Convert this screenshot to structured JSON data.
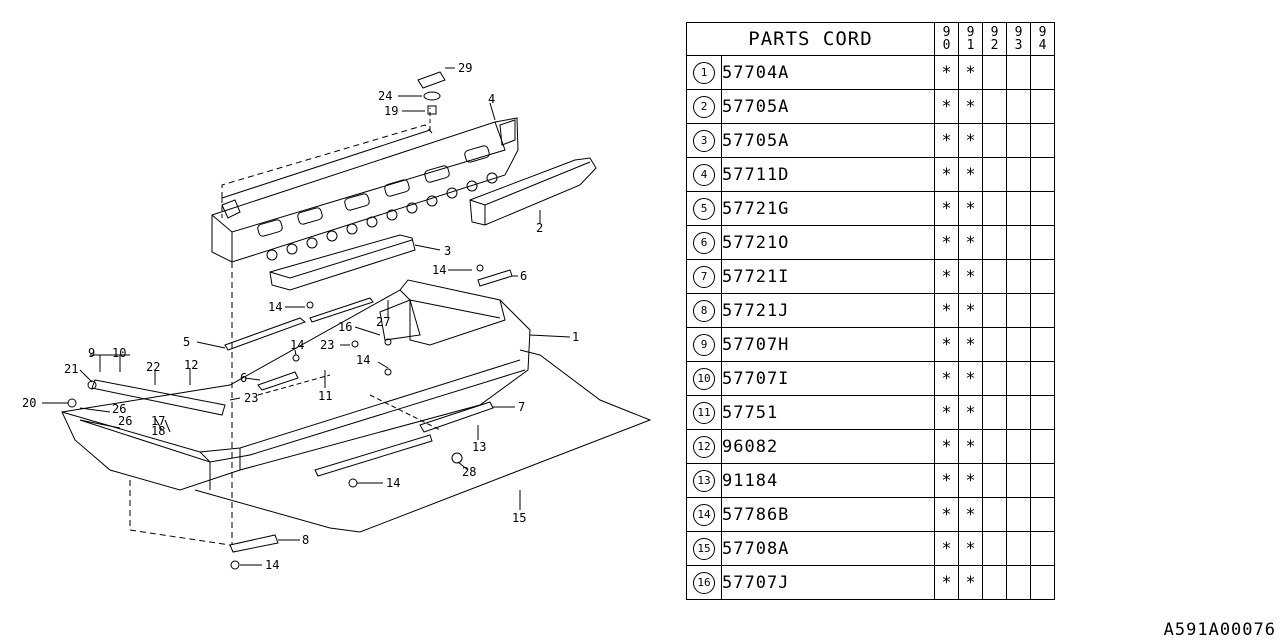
{
  "table": {
    "title": "PARTS CORD",
    "years": [
      [
        "9",
        "0"
      ],
      [
        "9",
        "1"
      ],
      [
        "9",
        "2"
      ],
      [
        "9",
        "3"
      ],
      [
        "9",
        "4"
      ]
    ],
    "rows": [
      {
        "no": "1",
        "code": "57704A",
        "marks": [
          "*",
          "*",
          "",
          "",
          ""
        ]
      },
      {
        "no": "2",
        "code": "57705A",
        "marks": [
          "*",
          "*",
          "",
          "",
          ""
        ]
      },
      {
        "no": "3",
        "code": "57705A",
        "marks": [
          "*",
          "*",
          "",
          "",
          ""
        ]
      },
      {
        "no": "4",
        "code": "57711D",
        "marks": [
          "*",
          "*",
          "",
          "",
          ""
        ]
      },
      {
        "no": "5",
        "code": "57721G",
        "marks": [
          "*",
          "*",
          "",
          "",
          ""
        ]
      },
      {
        "no": "6",
        "code": "57721O",
        "marks": [
          "*",
          "*",
          "",
          "",
          ""
        ]
      },
      {
        "no": "7",
        "code": "57721I",
        "marks": [
          "*",
          "*",
          "",
          "",
          ""
        ]
      },
      {
        "no": "8",
        "code": "57721J",
        "marks": [
          "*",
          "*",
          "",
          "",
          ""
        ]
      },
      {
        "no": "9",
        "code": "57707H",
        "marks": [
          "*",
          "*",
          "",
          "",
          ""
        ]
      },
      {
        "no": "10",
        "code": "57707I",
        "marks": [
          "*",
          "*",
          "",
          "",
          ""
        ]
      },
      {
        "no": "11",
        "code": "57751",
        "marks": [
          "*",
          "*",
          "",
          "",
          ""
        ]
      },
      {
        "no": "12",
        "code": "96082",
        "marks": [
          "*",
          "*",
          "",
          "",
          ""
        ]
      },
      {
        "no": "13",
        "code": "91184",
        "marks": [
          "*",
          "*",
          "",
          "",
          ""
        ]
      },
      {
        "no": "14",
        "code": "57786B",
        "marks": [
          "*",
          "*",
          "",
          "",
          ""
        ]
      },
      {
        "no": "15",
        "code": "57708A",
        "marks": [
          "*",
          "*",
          "",
          "",
          ""
        ]
      },
      {
        "no": "16",
        "code": "57707J",
        "marks": [
          "*",
          "*",
          "",
          "",
          ""
        ]
      }
    ]
  },
  "callouts": [
    "29",
    "24",
    "19",
    "4",
    "2",
    "3",
    "6",
    "14",
    "14",
    "1",
    "27",
    "16",
    "23",
    "14",
    "5",
    "14",
    "9",
    "10",
    "22",
    "12",
    "21",
    "20",
    "6",
    "11",
    "23",
    "26",
    "26",
    "17",
    "18",
    "7",
    "13",
    "28",
    "14",
    "15",
    "8",
    "14"
  ],
  "doc_id": "A591A00076"
}
